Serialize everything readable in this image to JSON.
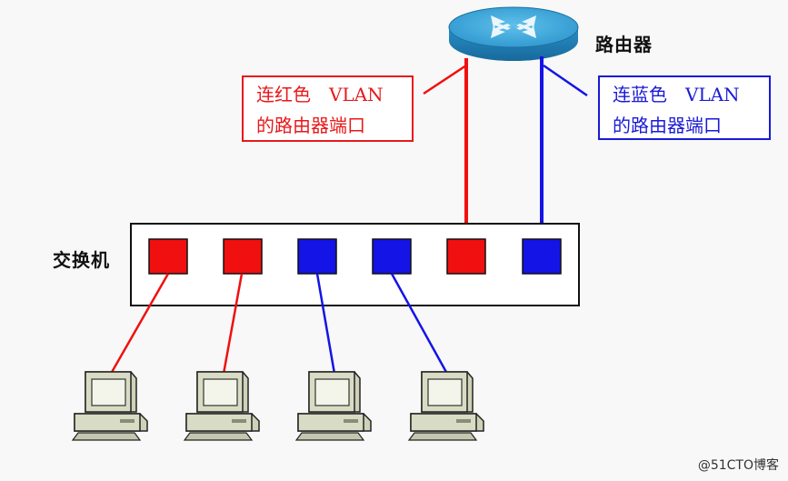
{
  "router": {
    "label": "路由器",
    "icon": "router-icon"
  },
  "switch": {
    "label": "交换机",
    "ports": [
      {
        "vlan": "red",
        "connects": "pc-1"
      },
      {
        "vlan": "red",
        "connects": "pc-2"
      },
      {
        "vlan": "blue",
        "connects": "pc-3"
      },
      {
        "vlan": "blue",
        "connects": "pc-4"
      },
      {
        "vlan": "red",
        "connects": "router"
      },
      {
        "vlan": "blue",
        "connects": "router"
      }
    ]
  },
  "callouts": {
    "red": {
      "line1": "连红色　VLAN",
      "line2": "的路由器端口"
    },
    "blue": {
      "line1": "连蓝色　VLAN",
      "line2": "的路由器端口"
    }
  },
  "computers": [
    {
      "icon": "computer-icon",
      "vlan": "red"
    },
    {
      "icon": "computer-icon",
      "vlan": "red"
    },
    {
      "icon": "computer-icon",
      "vlan": "blue"
    },
    {
      "icon": "computer-icon",
      "vlan": "blue"
    }
  ],
  "colors": {
    "red": "#f01010",
    "blue": "#1414e6",
    "router_top": "#37a3d6",
    "router_side": "#1e7fb4"
  },
  "watermark": "@51CTO博客"
}
